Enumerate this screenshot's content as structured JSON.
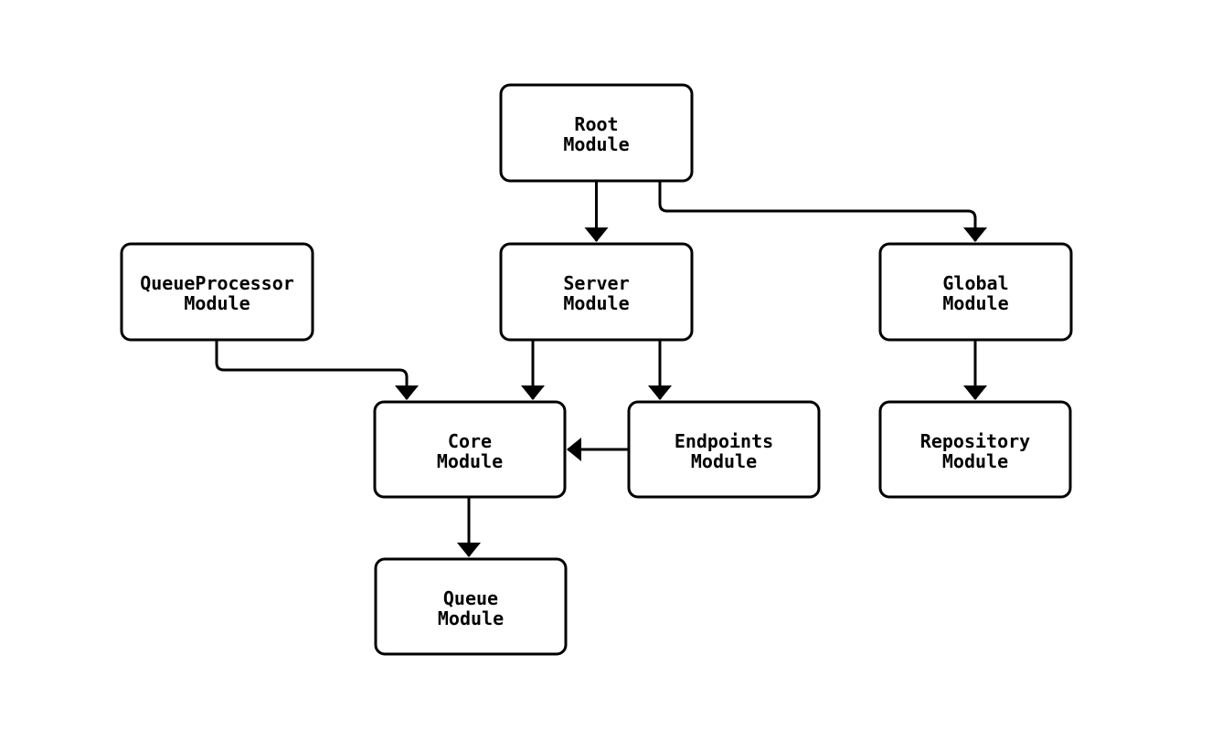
{
  "diagram": {
    "type": "flowchart",
    "background_color": "#ffffff",
    "node_fill_color": "#ffffff",
    "node_border_color": "#000000",
    "edge_color": "#000000",
    "text_color": "#000000",
    "nodes": [
      {
        "id": "root",
        "line1": "Root",
        "line2": "Module"
      },
      {
        "id": "queueprocessor",
        "line1": "QueueProcessor",
        "line2": "Module"
      },
      {
        "id": "server",
        "line1": "Server",
        "line2": "Module"
      },
      {
        "id": "global",
        "line1": "Global",
        "line2": "Module"
      },
      {
        "id": "core",
        "line1": "Core",
        "line2": "Module"
      },
      {
        "id": "endpoints",
        "line1": "Endpoints",
        "line2": "Module"
      },
      {
        "id": "repository",
        "line1": "Repository",
        "line2": "Module"
      },
      {
        "id": "queue",
        "line1": "Queue",
        "line2": "Module"
      }
    ],
    "edges": [
      {
        "from": "root",
        "to": "server",
        "style": "arrow"
      },
      {
        "from": "root",
        "to": "global",
        "style": "arrow"
      },
      {
        "from": "queueprocessor",
        "to": "core",
        "style": "arrow"
      },
      {
        "from": "server",
        "to": "core",
        "style": "arrow"
      },
      {
        "from": "server",
        "to": "endpoints",
        "style": "arrow"
      },
      {
        "from": "endpoints",
        "to": "core",
        "style": "arrow"
      },
      {
        "from": "global",
        "to": "repository",
        "style": "arrow"
      },
      {
        "from": "core",
        "to": "queue",
        "style": "arrow"
      }
    ]
  }
}
